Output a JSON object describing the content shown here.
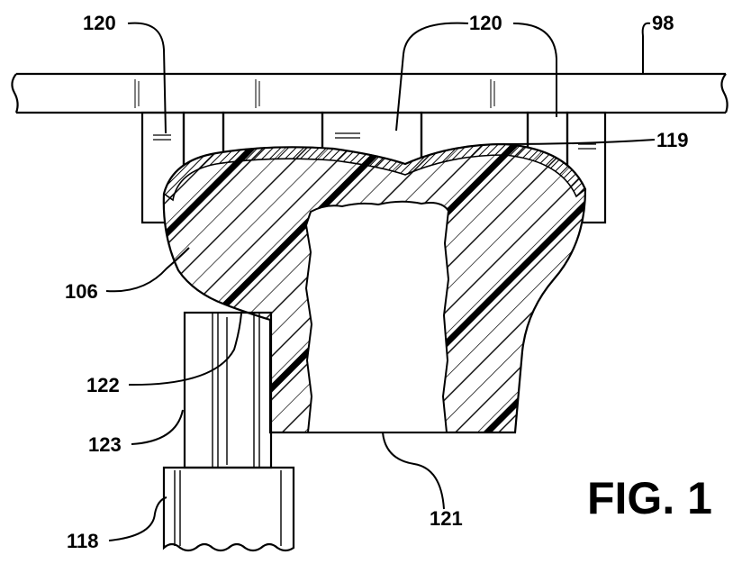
{
  "figure": {
    "caption": "FIG. 1",
    "labels": {
      "r98": "98",
      "r120a": "120",
      "r120b": "120",
      "r119": "119",
      "r106": "106",
      "r122": "122",
      "r123": "123",
      "r118": "118",
      "r121": "121"
    }
  }
}
